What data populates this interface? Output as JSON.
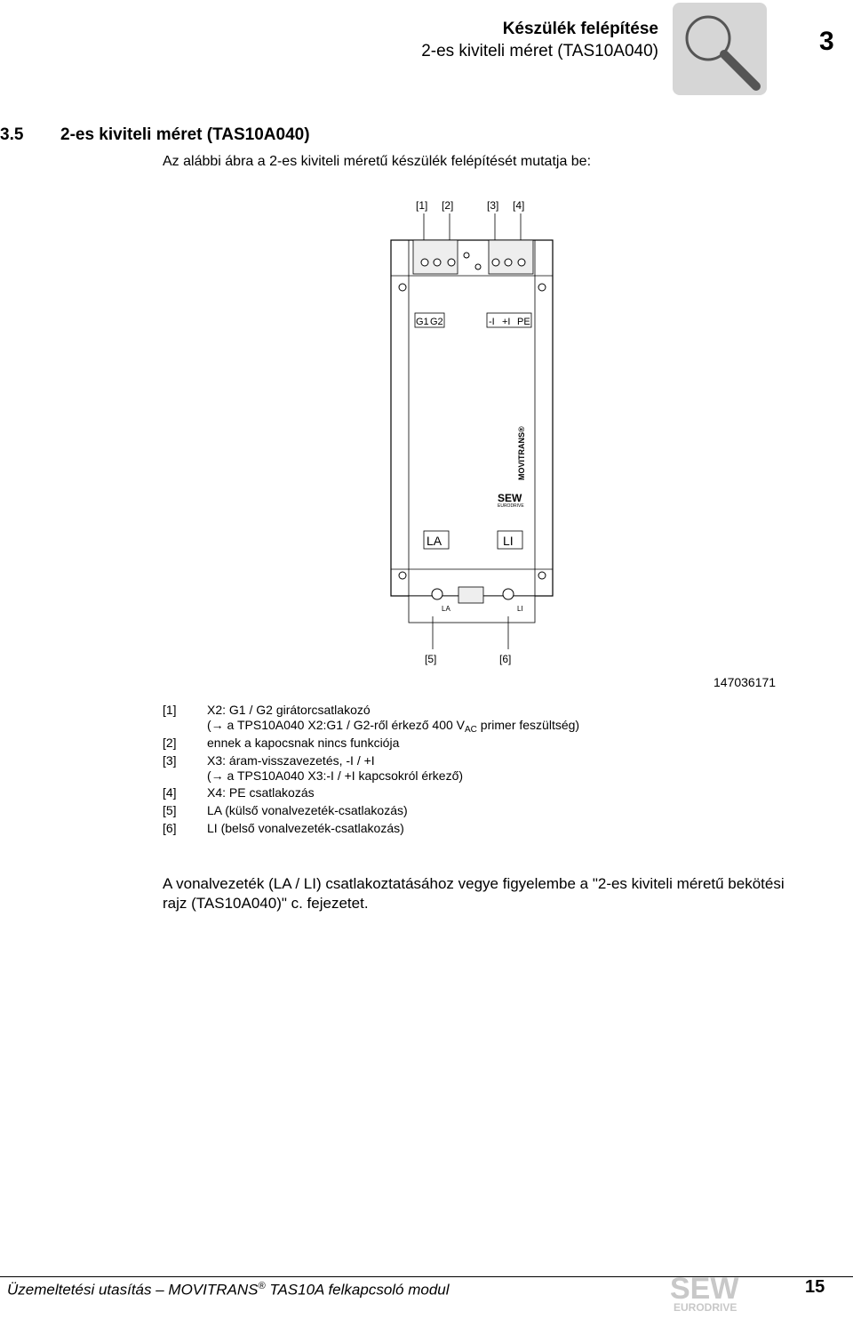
{
  "header": {
    "title": "Készülék felépítése",
    "subtitle": "2-es kiviteli méret (TAS10A040)",
    "chapter": "3",
    "icon": "magnifier-icon"
  },
  "section": {
    "number": "3.5",
    "title": "2-es kiviteli méret (TAS10A040)",
    "intro": "Az alábbi ábra a 2-es kiviteli méretű készülék felépítését mutatja be:"
  },
  "diagram": {
    "callouts_top": [
      "[1]",
      "[2]",
      "[3]",
      "[4]"
    ],
    "callouts_bottom": [
      "[5]",
      "[6]"
    ],
    "terminal_labels": [
      "G1",
      "G2",
      "-I",
      "+I",
      "PE"
    ],
    "brand_vertical": "MOVITRANS®",
    "brand_logo": "SEW",
    "brand_logo_sub": "EURODRIVE",
    "box_labels": [
      "LA",
      "LI"
    ],
    "bottom_labels": [
      "LA",
      "LI"
    ],
    "image_id": "147036171"
  },
  "legend": [
    {
      "key": "[1]",
      "line1": "X2: G1 / G2 girátorcsatlakozó",
      "line2_pre": "(→ a TPS10A040 X2:G1 / G2-ről érkező 400 V",
      "line2_sub": "AC",
      "line2_post": " primer feszültség)"
    },
    {
      "key": "[2]",
      "line1": "ennek a kapocsnak nincs funkciója"
    },
    {
      "key": "[3]",
      "line1": "X3: áram-visszavezetés, -I / +I",
      "line2": "(→ a TPS10A040 X3:-I / +I kapcsokról érkező)"
    },
    {
      "key": "[4]",
      "line1": "X4: PE csatlakozás"
    },
    {
      "key": "[5]",
      "line1": "LA (külső vonalvezeték-csatlakozás)"
    },
    {
      "key": "[6]",
      "line1": "LI (belső vonalvezeték-csatlakozás)"
    }
  ],
  "note": "A vonalvezeték (LA / LI) csatlakoztatásához vegye figyelembe a \"2-es kiviteli méretű bekötési rajz (TAS10A040)\" c. fejezetet.",
  "footer": {
    "text_pre": "Üzemeltetési utasítás – MOVITRANS",
    "reg": "®",
    "text_post": " TAS10A felkapcsoló modul",
    "logo": "SEW",
    "logo_sub": "EURODRIVE",
    "page": "15"
  }
}
